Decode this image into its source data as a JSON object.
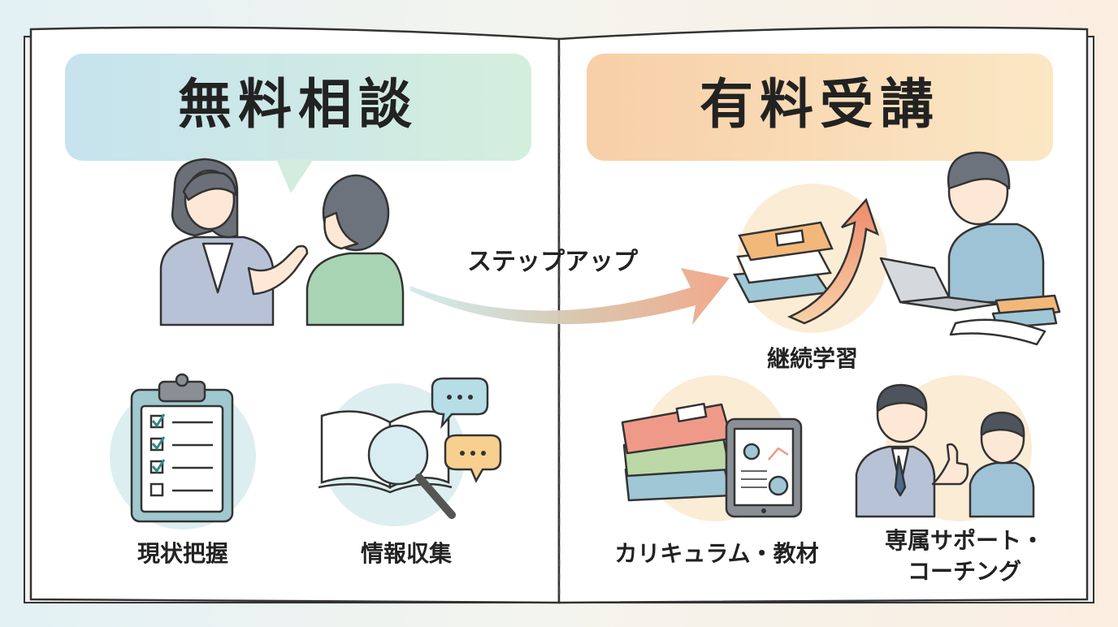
{
  "left_panel": {
    "title": "無料相談",
    "items": [
      {
        "label": "現状把握",
        "icon": "clipboard-checklist-icon"
      },
      {
        "label": "情報収集",
        "icon": "book-magnifier-icon"
      }
    ]
  },
  "transition": {
    "label": "ステップアップ",
    "icon": "arrow-right-icon"
  },
  "right_panel": {
    "title": "有料受講",
    "items": [
      {
        "label": "継続学習",
        "icon": "books-growth-arrow-icon"
      },
      {
        "label": "カリキュラム・教材",
        "icon": "books-tablet-icon"
      },
      {
        "label": "専属サポート・\nコーチング",
        "line1": "専属サポート・",
        "line2": "コーチング",
        "icon": "coach-thumbs-up-icon"
      }
    ]
  },
  "colors": {
    "left_title_bg": "#cfe8ea",
    "right_title_bg": "#f9dcbd",
    "arrow_start": "#9ccfd3",
    "arrow_end": "#f2a98c",
    "page_bg": "#ffffff",
    "outline": "#333333"
  }
}
